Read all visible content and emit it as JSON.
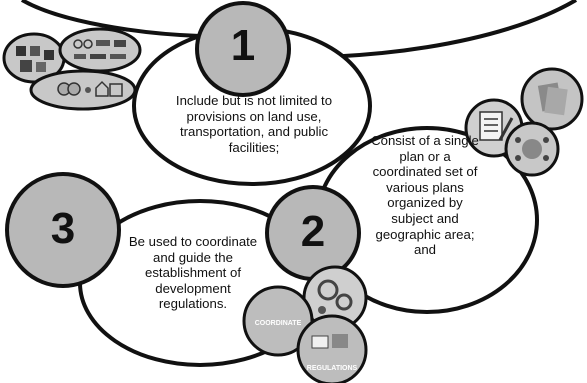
{
  "items": [
    {
      "number": "1",
      "text": "Include but is not limited to provisions on land use, transportation, and public facilities;"
    },
    {
      "number": "2",
      "text": "Consist of a single plan or a coordinated set of various plans organized by subject and geographic area; and"
    },
    {
      "number": "3",
      "text": "Be used to coordinate and guide the establishment of development regulations."
    }
  ],
  "icon_labels": {
    "coordinate": "COORDINATE",
    "regulations": "REGULATIONS"
  },
  "colors": {
    "outline": "#111111",
    "badge_fill": "#b8b8b8",
    "background": "#ffffff"
  }
}
